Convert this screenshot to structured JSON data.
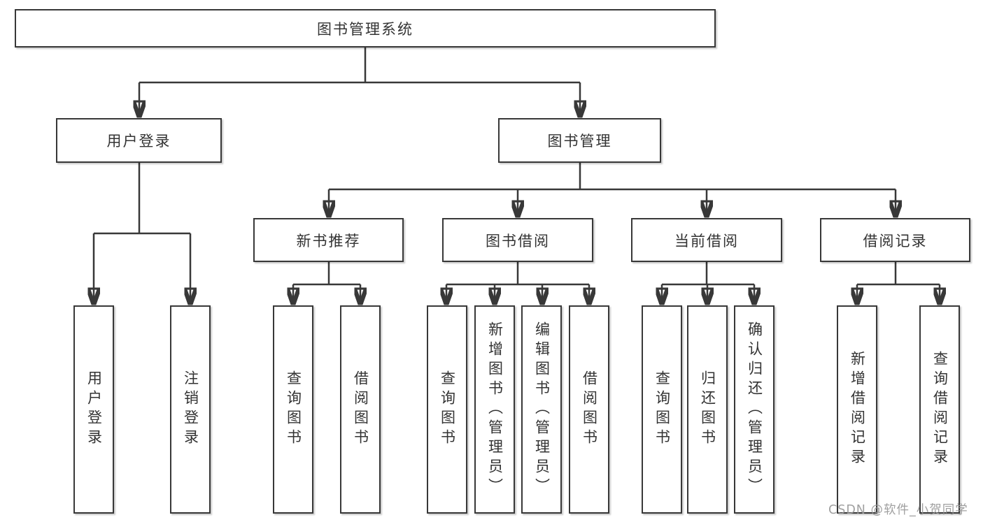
{
  "tree": {
    "label": "图书管理系统",
    "children": [
      {
        "label": "用户登录",
        "children": [
          {
            "label": "用户登录"
          },
          {
            "label": "注销登录"
          }
        ]
      },
      {
        "label": "图书管理",
        "children": [
          {
            "label": "新书推荐",
            "children": [
              {
                "label": "查询图书"
              },
              {
                "label": "借阅图书"
              }
            ]
          },
          {
            "label": "图书借阅",
            "children": [
              {
                "label": "查询图书"
              },
              {
                "label": "新增图书（管理员）"
              },
              {
                "label": "编辑图书（管理员）"
              },
              {
                "label": "借阅图书"
              }
            ]
          },
          {
            "label": "当前借阅",
            "children": [
              {
                "label": "查询图书"
              },
              {
                "label": "归还图书"
              },
              {
                "label": "确认归还（管理员）"
              }
            ]
          },
          {
            "label": "借阅记录",
            "children": [
              {
                "label": "新增借阅记录"
              },
              {
                "label": "查询借阅记录"
              }
            ]
          }
        ]
      }
    ]
  },
  "watermark": "CSDN @软件_小贺同学",
  "colors": {
    "line": "#383838",
    "box_border": "#383838",
    "box_fill": "#ffffff",
    "text": "#333333",
    "watermark": "#969696",
    "background": "#ffffff"
  }
}
